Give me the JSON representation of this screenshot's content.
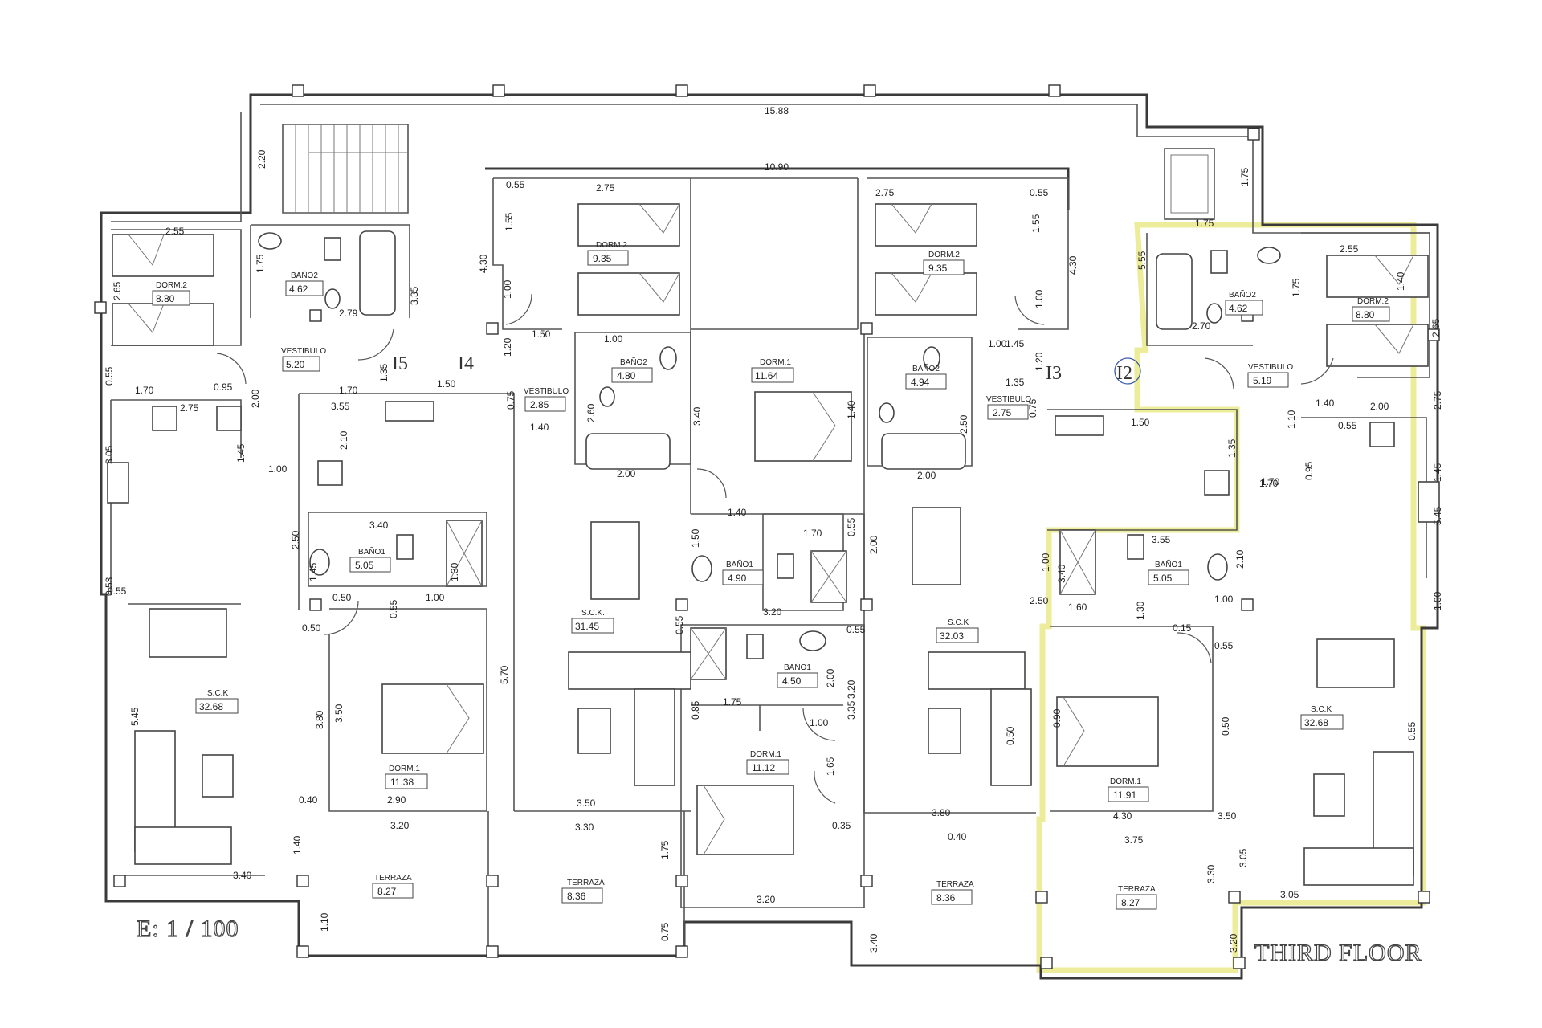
{
  "title": "THIRD FLOOR",
  "scale": "E: 1 / 100",
  "units": [
    {
      "id": "u5",
      "label": "I5"
    },
    {
      "id": "u4",
      "label": "I4"
    },
    {
      "id": "u3",
      "label": "I3"
    },
    {
      "id": "u2",
      "label": "I2"
    }
  ],
  "rooms": [
    {
      "id": "u5-dorm2",
      "name": "DORM.2",
      "area": "8.80"
    },
    {
      "id": "u5-bano2",
      "name": "BAÑO2",
      "area": "4.62"
    },
    {
      "id": "u5-vest",
      "name": "VESTIBULO",
      "area": "5.20"
    },
    {
      "id": "u5-bano1",
      "name": "BAÑO1",
      "area": "5.05"
    },
    {
      "id": "u5-sck",
      "name": "S.C.K",
      "area": "32.68"
    },
    {
      "id": "u5-dorm1",
      "name": "DORM.1",
      "area": "11.38"
    },
    {
      "id": "u5-terraza",
      "name": "TERRAZA",
      "area": "8.27"
    },
    {
      "id": "u4-dorm2",
      "name": "DORM.2",
      "area": "9.35"
    },
    {
      "id": "u4-vest",
      "name": "VESTIBULO",
      "area": "2.85"
    },
    {
      "id": "u4-bano2",
      "name": "BAÑO2",
      "area": "4.80"
    },
    {
      "id": "u4-sck",
      "name": "S.C.K.",
      "area": "31.45"
    },
    {
      "id": "u4-terraza",
      "name": "TERRAZA",
      "area": "8.36"
    },
    {
      "id": "mid-dorm1",
      "name": "DORM.1",
      "area": "11.64"
    },
    {
      "id": "mid-bano1a",
      "name": "BAÑO1",
      "area": "4.90"
    },
    {
      "id": "mid-bano1b",
      "name": "BAÑO1",
      "area": "4.50"
    },
    {
      "id": "mid-dorm1b",
      "name": "DORM.1",
      "area": "11.12"
    },
    {
      "id": "u3-dorm2",
      "name": "DORM.2",
      "area": "9.35"
    },
    {
      "id": "u3-bano2",
      "name": "BAÑO2",
      "area": "4.94"
    },
    {
      "id": "u3-vest",
      "name": "VESTIBULO",
      "area": "2.75"
    },
    {
      "id": "u3-sck",
      "name": "S.C.K",
      "area": "32.03"
    },
    {
      "id": "u3-terraza",
      "name": "TERRAZA",
      "area": "8.36"
    },
    {
      "id": "u2-bano2",
      "name": "BAÑO2",
      "area": "4.62"
    },
    {
      "id": "u2-dorm2",
      "name": "DORM.2",
      "area": "8.80"
    },
    {
      "id": "u2-vest",
      "name": "VESTIBULO",
      "area": "5.19"
    },
    {
      "id": "u2-bano1",
      "name": "BAÑO1",
      "area": "5.05"
    },
    {
      "id": "u2-dorm1",
      "name": "DORM.1",
      "area": "11.91"
    },
    {
      "id": "u2-sck",
      "name": "S.C.K",
      "area": "32.68"
    },
    {
      "id": "u2-terraza",
      "name": "TERRAZA",
      "area": "8.27"
    }
  ],
  "dimensions": [
    {
      "id": "d-1588",
      "text": "15.88",
      "orient": "h"
    },
    {
      "id": "d-1090",
      "text": "10.90",
      "orient": "h"
    },
    {
      "id": "d-220",
      "text": "2.20",
      "orient": "v"
    },
    {
      "id": "d-175t",
      "text": "1.75",
      "orient": "v"
    },
    {
      "id": "d-175b",
      "text": "1.75",
      "orient": "h"
    },
    {
      "id": "d-255a",
      "text": "2.55",
      "orient": "h"
    },
    {
      "id": "d-265a",
      "text": "2.65",
      "orient": "v"
    },
    {
      "id": "d-175a",
      "text": "1.75",
      "orient": "v"
    },
    {
      "id": "d-279",
      "text": "2.79",
      "orient": "h"
    },
    {
      "id": "d-335",
      "text": "3.35",
      "orient": "v"
    },
    {
      "id": "d-055a",
      "text": "0.55",
      "orient": "h"
    },
    {
      "id": "d-275a",
      "text": "2.75",
      "orient": "h"
    },
    {
      "id": "d-155a",
      "text": "1.55",
      "orient": "v"
    },
    {
      "id": "d-430a",
      "text": "4.30",
      "orient": "v"
    },
    {
      "id": "d-100a",
      "text": "1.00",
      "orient": "v"
    },
    {
      "id": "d-120a",
      "text": "1.20",
      "orient": "v"
    },
    {
      "id": "d-150a",
      "text": "1.50",
      "orient": "h"
    },
    {
      "id": "d-275b",
      "text": "2.75",
      "orient": "h"
    },
    {
      "id": "d-055b",
      "text": "0.55",
      "orient": "h"
    },
    {
      "id": "d-155b",
      "text": "1.55",
      "orient": "v"
    },
    {
      "id": "d-430b",
      "text": "4.30",
      "orient": "v"
    },
    {
      "id": "d-100b",
      "text": "1.00",
      "orient": "v"
    },
    {
      "id": "d-120b",
      "text": "1.20",
      "orient": "v"
    },
    {
      "id": "d-145a",
      "text": "1.45",
      "orient": "h"
    },
    {
      "id": "d-255b",
      "text": "2.55",
      "orient": "h"
    },
    {
      "id": "d-555",
      "text": "5.55",
      "orient": "v"
    },
    {
      "id": "d-175c",
      "text": "1.75",
      "orient": "v"
    },
    {
      "id": "d-270",
      "text": "2.70",
      "orient": "h"
    },
    {
      "id": "d-265b",
      "text": "2.65",
      "orient": "v"
    },
    {
      "id": "d-055c",
      "text": "0.55",
      "orient": "v"
    },
    {
      "id": "d-170a",
      "text": "1.70",
      "orient": "h"
    },
    {
      "id": "d-095a",
      "text": "0.95",
      "orient": "h"
    },
    {
      "id": "d-200a",
      "text": "2.00",
      "orient": "v"
    },
    {
      "id": "d-275c",
      "text": "2.75",
      "orient": "h"
    },
    {
      "id": "d-305a",
      "text": "3.05",
      "orient": "v"
    },
    {
      "id": "d-145b",
      "text": "1.45",
      "orient": "v"
    },
    {
      "id": "d-100c",
      "text": "1.00",
      "orient": "h"
    },
    {
      "id": "d-053",
      "text": "0.53",
      "orient": "v"
    },
    {
      "id": "d-055d",
      "text": "0.55",
      "orient": "h"
    },
    {
      "id": "d-170b",
      "text": "1.70",
      "orient": "h"
    },
    {
      "id": "d-135a",
      "text": "1.35",
      "orient": "v"
    },
    {
      "id": "d-150b",
      "text": "1.50",
      "orient": "h"
    },
    {
      "id": "d-355a",
      "text": "3.55",
      "orient": "h"
    },
    {
      "id": "d-210a",
      "text": "2.10",
      "orient": "v"
    },
    {
      "id": "d-075a",
      "text": "0.75",
      "orient": "v"
    },
    {
      "id": "d-140a",
      "text": "1.40",
      "orient": "h"
    },
    {
      "id": "d-250a",
      "text": "2.50",
      "orient": "v"
    },
    {
      "id": "d-340a",
      "text": "3.40",
      "orient": "h"
    },
    {
      "id": "d-145c",
      "text": "1.45",
      "orient": "v"
    },
    {
      "id": "d-130a",
      "text": "1.30",
      "orient": "v"
    },
    {
      "id": "d-050a",
      "text": "0.50",
      "orient": "h"
    },
    {
      "id": "d-055e",
      "text": "0.55",
      "orient": "v"
    },
    {
      "id": "d-100d",
      "text": "1.00",
      "orient": "h"
    },
    {
      "id": "d-050b",
      "text": "0.50",
      "orient": "h"
    },
    {
      "id": "d-545a",
      "text": "5.45",
      "orient": "v"
    },
    {
      "id": "d-380a",
      "text": "3.80",
      "orient": "v"
    },
    {
      "id": "d-350a",
      "text": "3.50",
      "orient": "v"
    },
    {
      "id": "d-570",
      "text": "5.70",
      "orient": "v"
    },
    {
      "id": "d-040a",
      "text": "0.40",
      "orient": "h"
    },
    {
      "id": "d-290",
      "text": "2.90",
      "orient": "h"
    },
    {
      "id": "d-350b",
      "text": "3.50",
      "orient": "h"
    },
    {
      "id": "d-320a",
      "text": "3.20",
      "orient": "h"
    },
    {
      "id": "d-330a",
      "text": "3.30",
      "orient": "h"
    },
    {
      "id": "d-140b",
      "text": "1.40",
      "orient": "v"
    },
    {
      "id": "d-340b",
      "text": "3.40",
      "orient": "h"
    },
    {
      "id": "d-110a",
      "text": "1.10",
      "orient": "v"
    },
    {
      "id": "d-175d",
      "text": "1.75",
      "orient": "v"
    },
    {
      "id": "d-075b",
      "text": "0.75",
      "orient": "v"
    },
    {
      "id": "d-100e",
      "text": "1.00",
      "orient": "h"
    },
    {
      "id": "d-260",
      "text": "2.60",
      "orient": "v"
    },
    {
      "id": "d-340c",
      "text": "3.40",
      "orient": "v"
    },
    {
      "id": "d-140c",
      "text": "1.40",
      "orient": "v"
    },
    {
      "id": "d-200b",
      "text": "2.00",
      "orient": "h"
    },
    {
      "id": "d-140d",
      "text": "1.40",
      "orient": "h"
    },
    {
      "id": "d-150c",
      "text": "1.50",
      "orient": "v"
    },
    {
      "id": "d-170c",
      "text": "1.70",
      "orient": "h"
    },
    {
      "id": "d-055f",
      "text": "0.55",
      "orient": "v"
    },
    {
      "id": "d-320b",
      "text": "3.20",
      "orient": "h"
    },
    {
      "id": "d-055g",
      "text": "0.55",
      "orient": "v"
    },
    {
      "id": "d-200c",
      "text": "2.00",
      "orient": "v"
    },
    {
      "id": "d-320c",
      "text": "3.20",
      "orient": "v"
    },
    {
      "id": "d-055h",
      "text": "0.55",
      "orient": "h"
    },
    {
      "id": "d-085",
      "text": "0.85",
      "orient": "v"
    },
    {
      "id": "d-175e",
      "text": "1.75",
      "orient": "h"
    },
    {
      "id": "d-100f",
      "text": "1.00",
      "orient": "h"
    },
    {
      "id": "d-335b",
      "text": "3.35",
      "orient": "v"
    },
    {
      "id": "d-165",
      "text": "1.65",
      "orient": "v"
    },
    {
      "id": "d-035",
      "text": "0.35",
      "orient": "h"
    },
    {
      "id": "d-320d",
      "text": "3.20",
      "orient": "h"
    },
    {
      "id": "d-100g",
      "text": "1.00",
      "orient": "h"
    },
    {
      "id": "d-250b",
      "text": "2.50",
      "orient": "v"
    },
    {
      "id": "d-200d",
      "text": "2.00",
      "orient": "h"
    },
    {
      "id": "d-200e",
      "text": "2.00",
      "orient": "v"
    },
    {
      "id": "d-135b",
      "text": "1.35",
      "orient": "h"
    },
    {
      "id": "d-075c",
      "text": "0.75",
      "orient": "v"
    },
    {
      "id": "d-150d",
      "text": "1.50",
      "orient": "h"
    },
    {
      "id": "d-135c",
      "text": "1.35",
      "orient": "v"
    },
    {
      "id": "d-170d",
      "text": "1.70",
      "orient": "h"
    },
    {
      "id": "d-355b",
      "text": "3.55",
      "orient": "h"
    },
    {
      "id": "d-210b",
      "text": "2.10",
      "orient": "v"
    },
    {
      "id": "d-100h",
      "text": "1.00",
      "orient": "h"
    },
    {
      "id": "d-340d",
      "text": "3.40",
      "orient": "h"
    },
    {
      "id": "d-250c",
      "text": "2.50",
      "orient": "v"
    },
    {
      "id": "d-160",
      "text": "1.60",
      "orient": "v"
    },
    {
      "id": "d-130b",
      "text": "1.30",
      "orient": "v"
    },
    {
      "id": "d-015",
      "text": "0.15",
      "orient": "h"
    },
    {
      "id": "d-100i",
      "text": "1.00",
      "orient": "h"
    },
    {
      "id": "d-055i",
      "text": "0.55",
      "orient": "v"
    },
    {
      "id": "d-090",
      "text": "0.90",
      "orient": "h"
    },
    {
      "id": "d-050c",
      "text": "0.50",
      "orient": "h"
    },
    {
      "id": "d-050d",
      "text": "0.50",
      "orient": "h"
    },
    {
      "id": "d-350c",
      "text": "3.50",
      "orient": "v"
    },
    {
      "id": "d-380b",
      "text": "3.80",
      "orient": "v"
    },
    {
      "id": "d-430c",
      "text": "4.30",
      "orient": "v"
    },
    {
      "id": "d-040b",
      "text": "0.40",
      "orient": "h"
    },
    {
      "id": "d-275d",
      "text": "3.75",
      "orient": "h"
    },
    {
      "id": "d-305b",
      "text": "3.05",
      "orient": "h"
    },
    {
      "id": "d-330b",
      "text": "3.30",
      "orient": "h"
    },
    {
      "id": "d-320e",
      "text": "3.20",
      "orient": "h"
    },
    {
      "id": "d-140e",
      "text": "1.40",
      "orient": "v"
    },
    {
      "id": "d-140f",
      "text": "1.40",
      "orient": "v"
    },
    {
      "id": "d-110b",
      "text": "1.10",
      "orient": "v"
    },
    {
      "id": "d-055j",
      "text": "0.55",
      "orient": "v"
    },
    {
      "id": "d-095b",
      "text": "0.95",
      "orient": "h"
    },
    {
      "id": "d-200f",
      "text": "2.00",
      "orient": "v"
    },
    {
      "id": "d-275e",
      "text": "2.75",
      "orient": "h"
    },
    {
      "id": "d-145d",
      "text": "1.45",
      "orient": "v"
    },
    {
      "id": "d-170e",
      "text": "1.70",
      "orient": "h"
    },
    {
      "id": "d-055k",
      "text": "0.55",
      "orient": "v"
    },
    {
      "id": "d-305c",
      "text": "3.05",
      "orient": "v"
    },
    {
      "id": "d-100j",
      "text": "1.00",
      "orient": "h"
    },
    {
      "id": "d-545b",
      "text": "5.45",
      "orient": "v"
    },
    {
      "id": "d-340e",
      "text": "3.40",
      "orient": "h"
    },
    {
      "id": "d-155c",
      "text": "1.55",
      "orient": "v"
    },
    {
      "id": "d-055l",
      "text": "0.55",
      "orient": "v"
    },
    {
      "id": "d-075d",
      "text": "0.75",
      "orient": "v"
    }
  ]
}
